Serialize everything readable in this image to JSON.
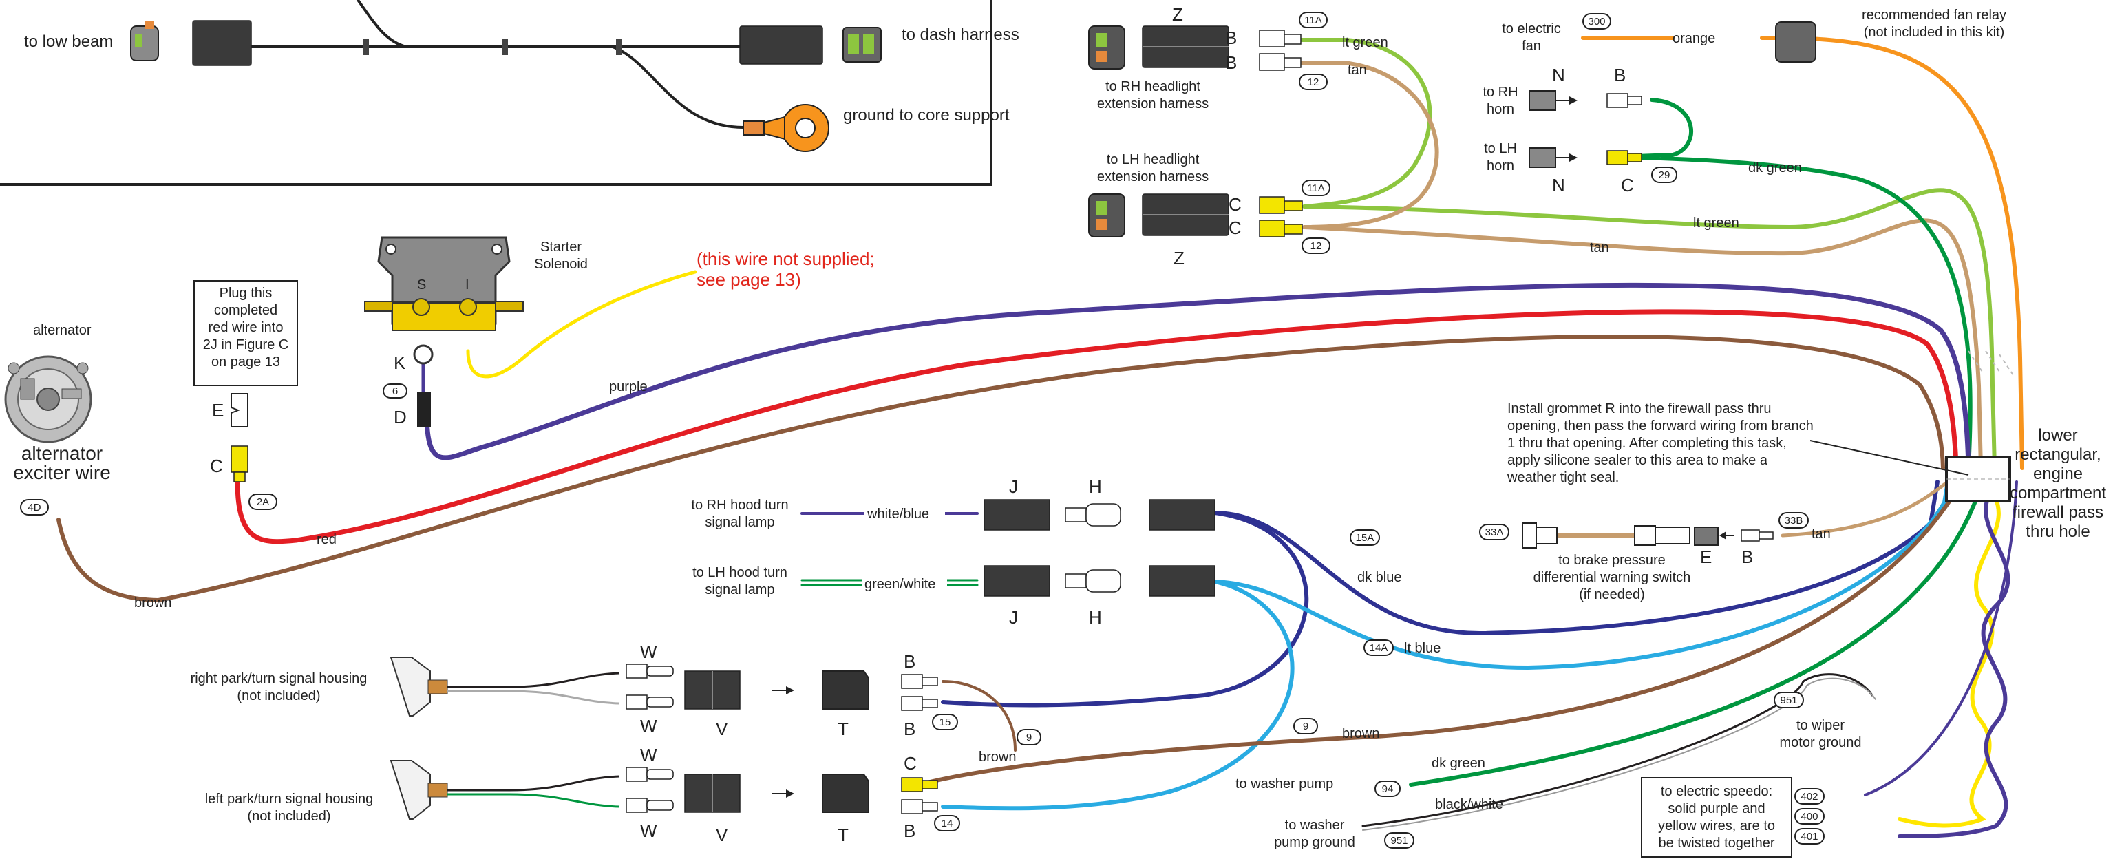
{
  "labels": {
    "to_low_beam": "to low beam",
    "to_dash_harness": "to dash harness",
    "ground_to_core_support": "ground to core support",
    "alternator": "alternator",
    "alternator_exciter_wire": "alternator exciter wire",
    "plug_note": "Plug this completed red wire into 2J in Figure C on page 13",
    "starter_solenoid": "Starter Solenoid",
    "not_supplied": "(this wire not supplied; see page 13)",
    "rh_headlight_ext": "to RH headlight extension harness",
    "lh_headlight_ext": "to LH headlight extension harness",
    "to_electric_fan": "to electric fan",
    "fan_relay": "recommended fan relay (not included in this kit)",
    "to_rh_horn": "to RH horn",
    "to_lh_horn": "to LH horn",
    "grommet_note": "Install grommet R into the firewall pass thru opening, then pass the forward wiring from branch 1 thru that opening. After completing this task, apply silicone sealer to this area to make a weather tight seal.",
    "firewall_hole": "lower rectangular, engine compartment firewall pass thru hole",
    "rh_hood_turn": "to RH hood turn signal lamp",
    "lh_hood_turn": "to LH hood turn signal lamp",
    "brake_switch": "to brake pressure differential warning switch (if needed)",
    "right_park_housing": "right park/turn signal housing (not included)",
    "left_park_housing": "left park/turn signal housing (not included)",
    "to_washer_pump": "to washer pump",
    "to_washer_pump_ground": "to washer pump ground",
    "to_wiper_ground": "to wiper motor ground",
    "speedo_note": "to electric speedo: solid purple and yellow wires, are to be twisted together"
  },
  "wire_colors": {
    "lt_green": "lt green",
    "tan": "tan",
    "orange": "orange",
    "dk_green": "dk green",
    "purple": "purple",
    "red": "red",
    "brown": "brown",
    "white_blue": "white/blue",
    "green_white": "green/white",
    "dk_blue": "dk blue",
    "lt_blue": "lt blue",
    "black_white": "black/white"
  },
  "letters": {
    "Z": "Z",
    "B": "B",
    "C": "C",
    "N": "N",
    "K": "K",
    "D": "D",
    "E": "E",
    "J": "J",
    "H": "H",
    "W": "W",
    "V": "V",
    "T": "T",
    "S": "S",
    "I": "I"
  },
  "tags": {
    "t11A": "11A",
    "t12": "12",
    "t300": "300",
    "t29": "29",
    "t6": "6",
    "t2A": "2A",
    "t4D": "4D",
    "t15A": "15A",
    "t14A": "14A",
    "t33A": "33A",
    "t33B": "33B",
    "t15": "15",
    "t9": "9",
    "t14": "14",
    "t951": "951",
    "t94": "94",
    "t402": "402",
    "t400": "400",
    "t401": "401"
  },
  "colors": {
    "lt_green": "#8dc63f",
    "tan": "#c69c6d",
    "orange": "#f7941d",
    "dk_green": "#00963f",
    "purple": "#4b3a97",
    "red": "#e31e24",
    "brown": "#8b5a3c",
    "dk_blue": "#2e3192",
    "lt_blue": "#29abe2",
    "yellow": "#ffe600",
    "black": "#231f20",
    "gray": "#555555"
  }
}
